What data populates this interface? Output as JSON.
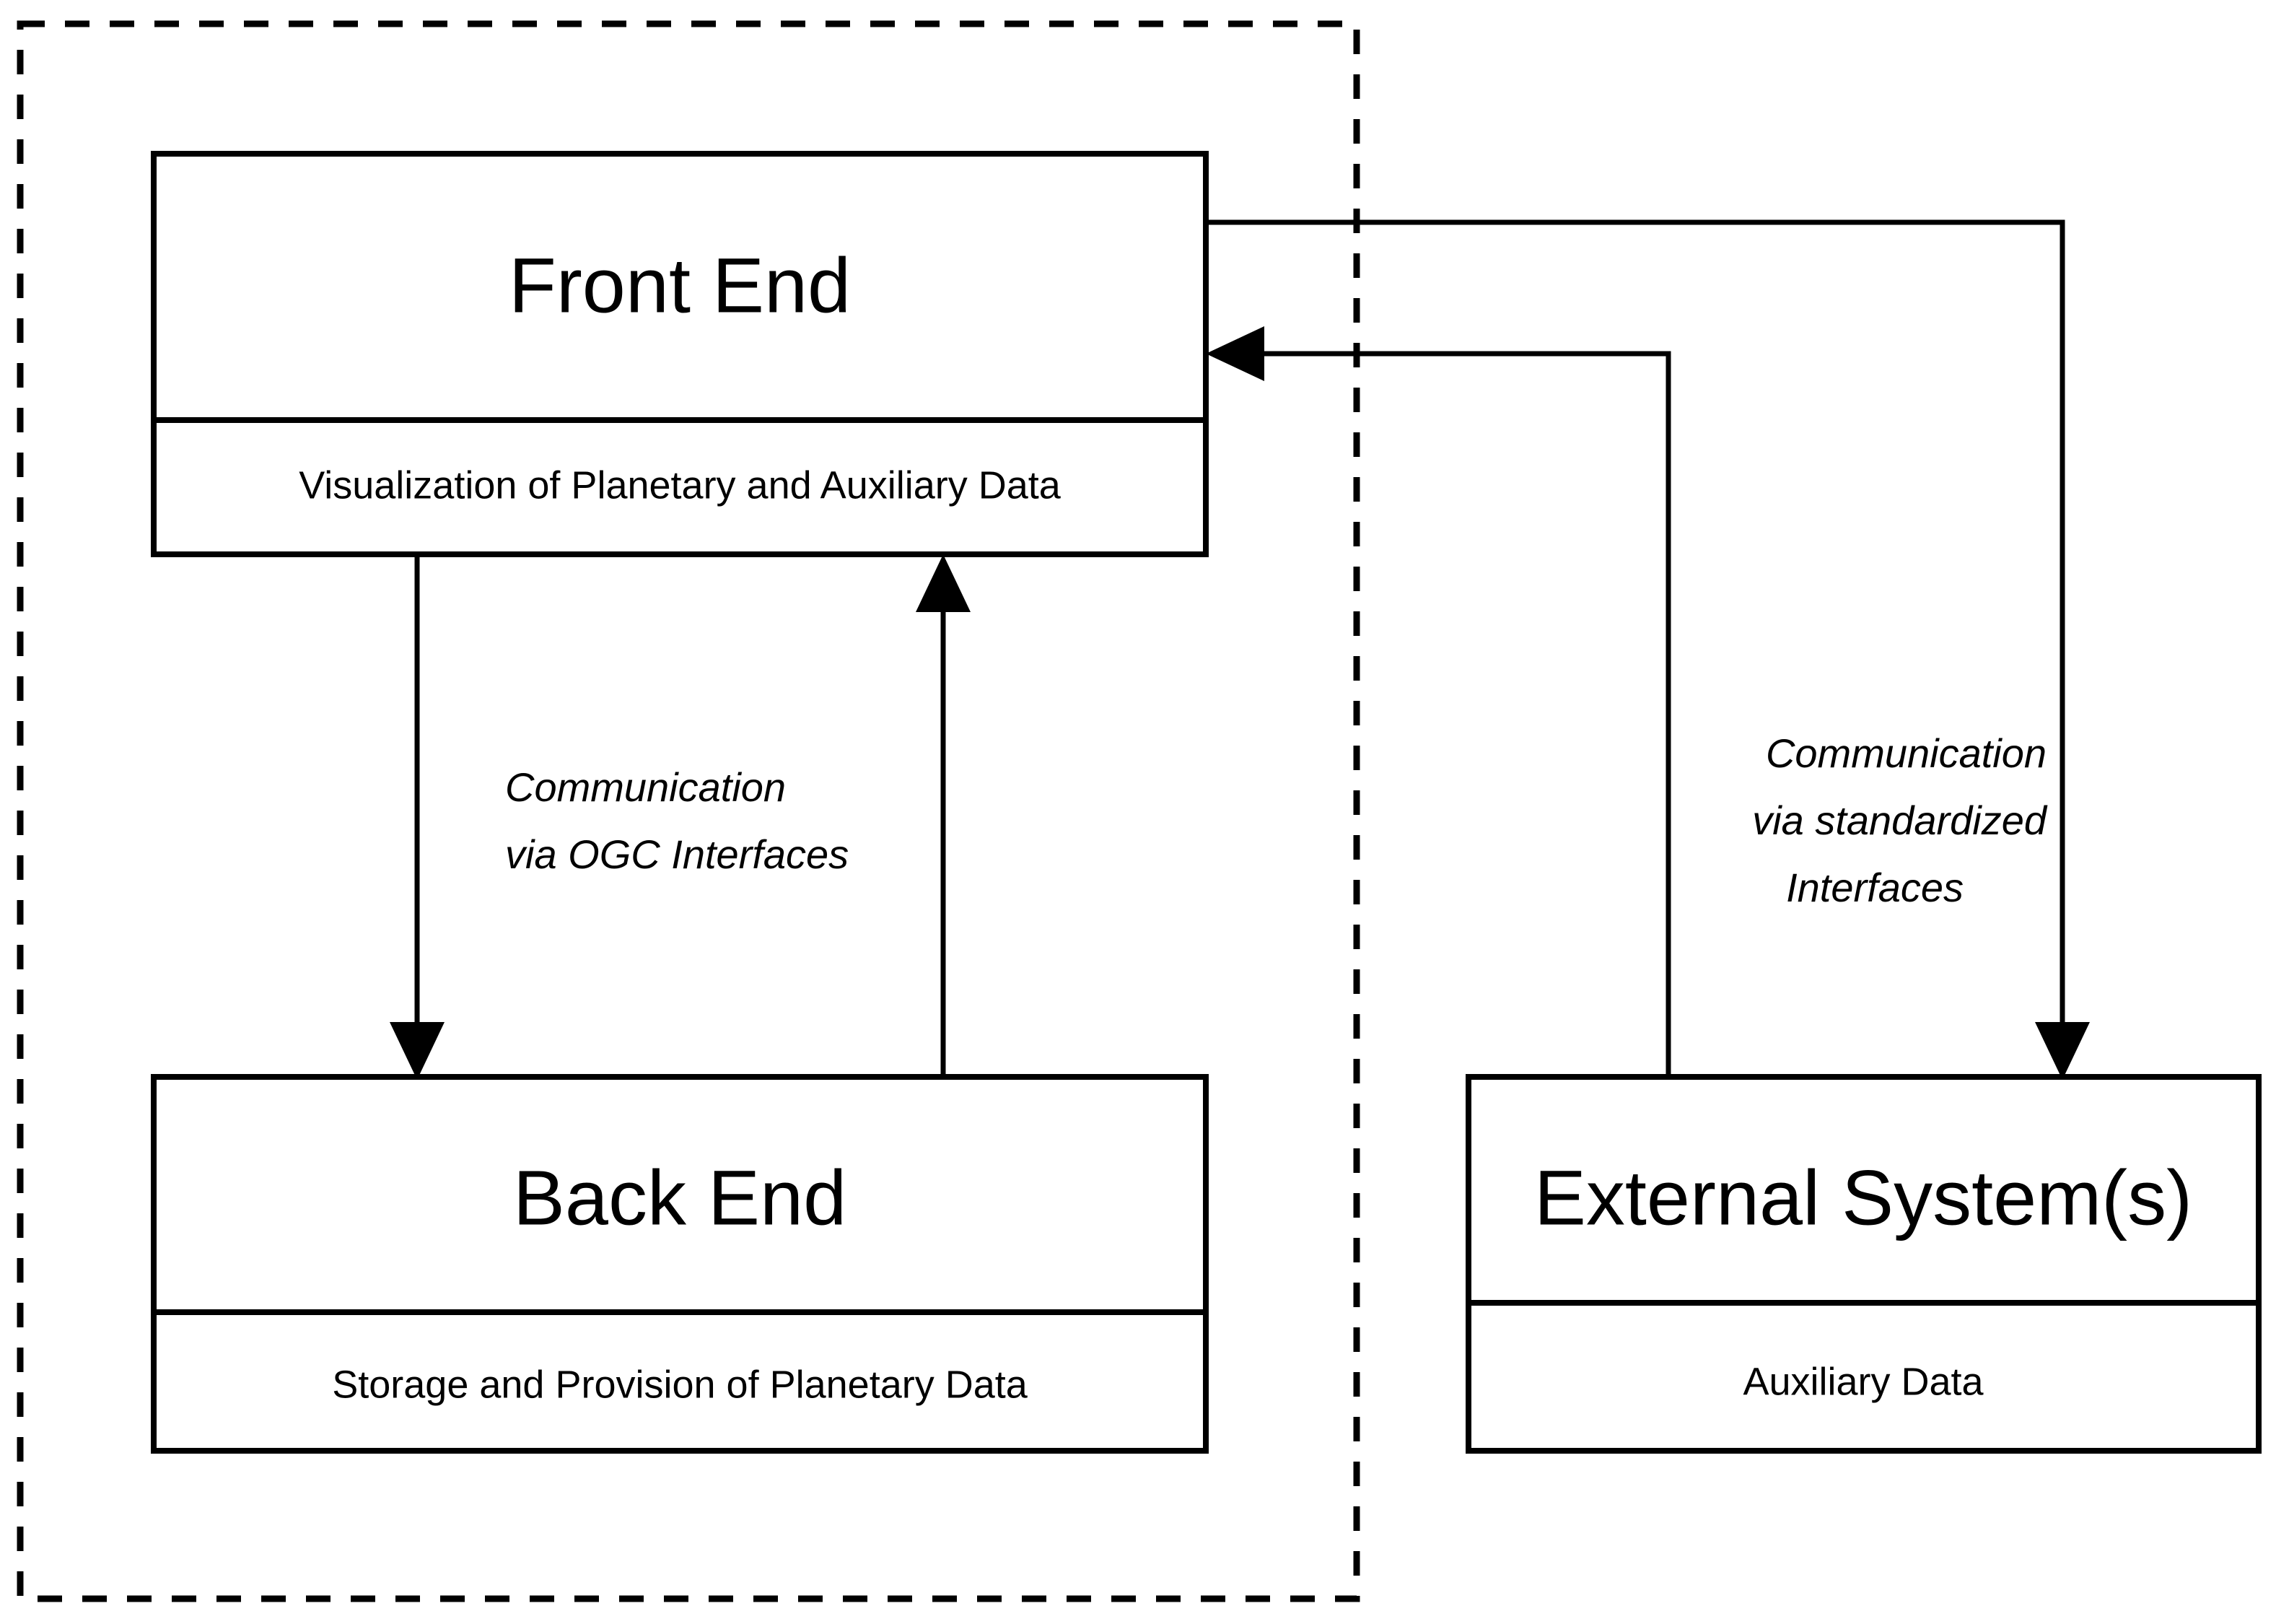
{
  "diagram": {
    "type": "architecture-block-diagram",
    "boundary": {
      "name": "system-boundary",
      "style": "dashed"
    },
    "nodes": [
      {
        "id": "front-end",
        "title": "Front End",
        "subtitle": "Visualization of Planetary and Auxiliary Data",
        "inside_boundary": true
      },
      {
        "id": "back-end",
        "title": "Back End",
        "subtitle": "Storage and Provision of Planetary Data",
        "inside_boundary": true
      },
      {
        "id": "external-system",
        "title": "External System(s)",
        "subtitle": "Auxiliary Data",
        "inside_boundary": false
      }
    ],
    "edges": [
      {
        "id": "front-end-to-back-end",
        "from": "front-end",
        "to": "back-end",
        "direction": "down",
        "label": "Communication\nvia OGC Interfaces",
        "label_line_1": "Communication",
        "label_line_2": "via OGC Interfaces"
      },
      {
        "id": "back-end-to-front-end",
        "from": "back-end",
        "to": "front-end",
        "direction": "up",
        "label": ""
      },
      {
        "id": "front-end-to-external-system",
        "from": "front-end",
        "to": "external-system",
        "direction": "right-down",
        "label": "Communication\nvia standardized\nInterfaces",
        "label_line_1": "Communication",
        "label_line_2": "via standardized",
        "label_line_3": "Interfaces"
      },
      {
        "id": "external-system-to-front-end",
        "from": "external-system",
        "to": "front-end",
        "direction": "up-left",
        "label": ""
      }
    ],
    "colors": {
      "stroke": "#000000",
      "fill": "#ffffff"
    }
  }
}
